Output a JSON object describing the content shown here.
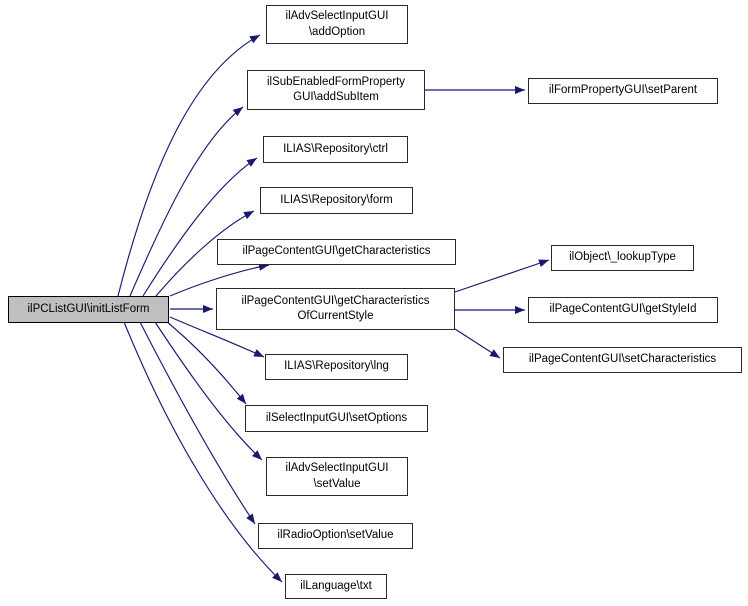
{
  "diagram": {
    "type": "call-graph",
    "colors": {
      "edge": "#191970",
      "node_fill": "#ffffff",
      "node_border": "#2b2b2b",
      "root_fill": "#bfbfbf",
      "root_border": "#000000",
      "text": "#000000",
      "background": "#ffffff"
    },
    "root": {
      "id": "initListForm",
      "label": "ilPCListGUI\\initListForm"
    },
    "nodes": [
      {
        "id": "addOption",
        "label": "ilAdvSelectInputGUI\n\\addOption"
      },
      {
        "id": "addSubItem",
        "label": "ilSubEnabledFormProperty\nGUI\\addSubItem"
      },
      {
        "id": "ctrl",
        "label": "ILIAS\\Repository\\ctrl"
      },
      {
        "id": "form",
        "label": "ILIAS\\Repository\\form"
      },
      {
        "id": "getCharacteristics",
        "label": "ilPageContentGUI\\getCharacteristics"
      },
      {
        "id": "getCharacteristicsOfCurrentStyle",
        "label": "ilPageContentGUI\\getCharacteristics\nOfCurrentStyle"
      },
      {
        "id": "lng",
        "label": "ILIAS\\Repository\\lng"
      },
      {
        "id": "setOptions",
        "label": "ilSelectInputGUI\\setOptions"
      },
      {
        "id": "advSetValue",
        "label": "ilAdvSelectInputGUI\n\\setValue"
      },
      {
        "id": "radioSetValue",
        "label": "ilRadioOption\\setValue"
      },
      {
        "id": "txt",
        "label": "ilLanguage\\txt"
      },
      {
        "id": "setParent",
        "label": "ilFormPropertyGUI\\setParent"
      },
      {
        "id": "lookupType",
        "label": "ilObject\\_lookupType"
      },
      {
        "id": "getStyleId",
        "label": "ilPageContentGUI\\getStyleId"
      },
      {
        "id": "setCharacteristics",
        "label": "ilPageContentGUI\\setCharacteristics"
      }
    ],
    "edges": [
      {
        "from": "initListForm",
        "to": "addOption"
      },
      {
        "from": "initListForm",
        "to": "addSubItem"
      },
      {
        "from": "initListForm",
        "to": "ctrl"
      },
      {
        "from": "initListForm",
        "to": "form"
      },
      {
        "from": "initListForm",
        "to": "getCharacteristics"
      },
      {
        "from": "initListForm",
        "to": "getCharacteristicsOfCurrentStyle"
      },
      {
        "from": "initListForm",
        "to": "lng"
      },
      {
        "from": "initListForm",
        "to": "setOptions"
      },
      {
        "from": "initListForm",
        "to": "advSetValue"
      },
      {
        "from": "initListForm",
        "to": "radioSetValue"
      },
      {
        "from": "initListForm",
        "to": "txt"
      },
      {
        "from": "addSubItem",
        "to": "setParent"
      },
      {
        "from": "getCharacteristicsOfCurrentStyle",
        "to": "lookupType"
      },
      {
        "from": "getCharacteristicsOfCurrentStyle",
        "to": "getStyleId"
      },
      {
        "from": "getCharacteristicsOfCurrentStyle",
        "to": "setCharacteristics"
      }
    ]
  }
}
